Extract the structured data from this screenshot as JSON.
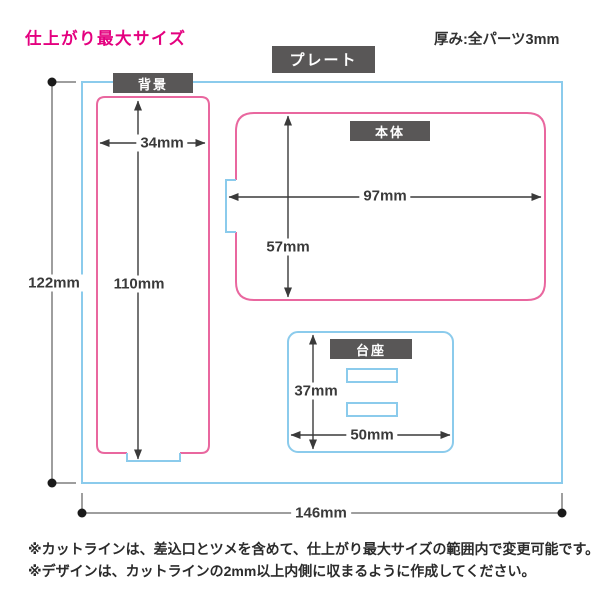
{
  "page": {
    "title": "仕上がり最大サイズ",
    "thickness_note": "厚み:全パーツ3mm"
  },
  "labels": {
    "plate": "プレート",
    "background": "背景",
    "body": "本体",
    "base": "台座"
  },
  "dimensions": {
    "plate_width": "146mm",
    "plate_height": "122mm",
    "background_width": "34mm",
    "background_height": "110mm",
    "body_width": "97mm",
    "body_height": "57mm",
    "base_width": "50mm",
    "base_height": "37mm"
  },
  "notes": [
    "※カットラインは、差込口とツメを含めて、仕上がり最大サイズの範囲内で変更可能です。",
    "※デザインは、カットラインの2mm以上内側に収まるように作成してください。"
  ],
  "colors": {
    "cut_line_pink": "#e9679f",
    "cut_line_cyan": "#8bcbec",
    "label_box": "#595757",
    "title_text": "#e4007f",
    "dimension_line": "#7f7f7f",
    "dimension_text": "#3a3a3a"
  }
}
